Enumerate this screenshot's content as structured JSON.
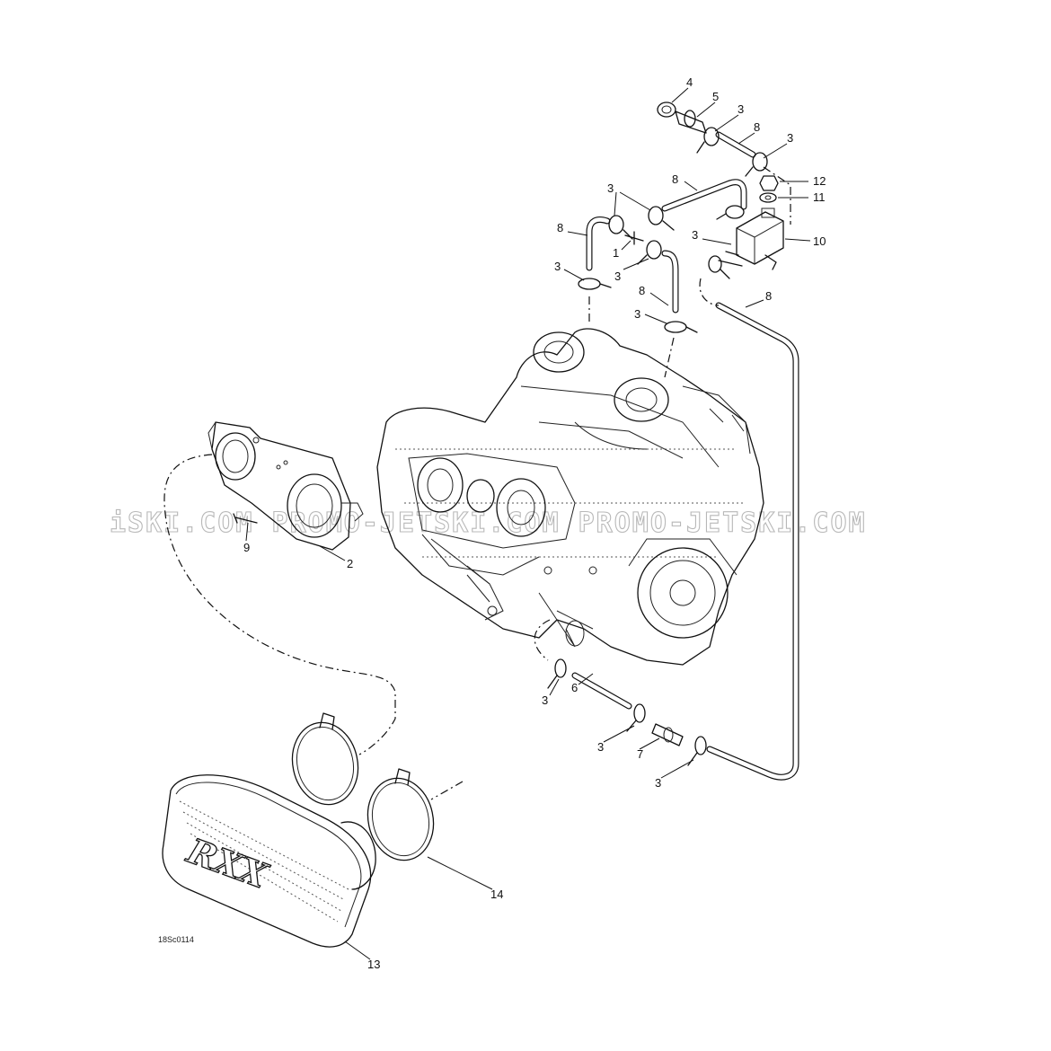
{
  "watermark": "iSKI.COM PROMO-JETSKI.COM PROMO-JETSKI.COM",
  "figure_code": "18Sc0114",
  "logo_text": "RXX",
  "callouts": [
    {
      "label": "4"
    },
    {
      "label": "5"
    },
    {
      "label": "3"
    },
    {
      "label": "8"
    },
    {
      "label": "3"
    },
    {
      "label": "12"
    },
    {
      "label": "11"
    },
    {
      "label": "8"
    },
    {
      "label": "3"
    },
    {
      "label": "8"
    },
    {
      "label": "1"
    },
    {
      "label": "3"
    },
    {
      "label": "3"
    },
    {
      "label": "10"
    },
    {
      "label": "3"
    },
    {
      "label": "8"
    },
    {
      "label": "8"
    },
    {
      "label": "3"
    },
    {
      "label": "9"
    },
    {
      "label": "2"
    },
    {
      "label": "3"
    },
    {
      "label": "6"
    },
    {
      "label": "3"
    },
    {
      "label": "7"
    },
    {
      "label": "3"
    },
    {
      "label": "14"
    },
    {
      "label": "13"
    }
  ]
}
